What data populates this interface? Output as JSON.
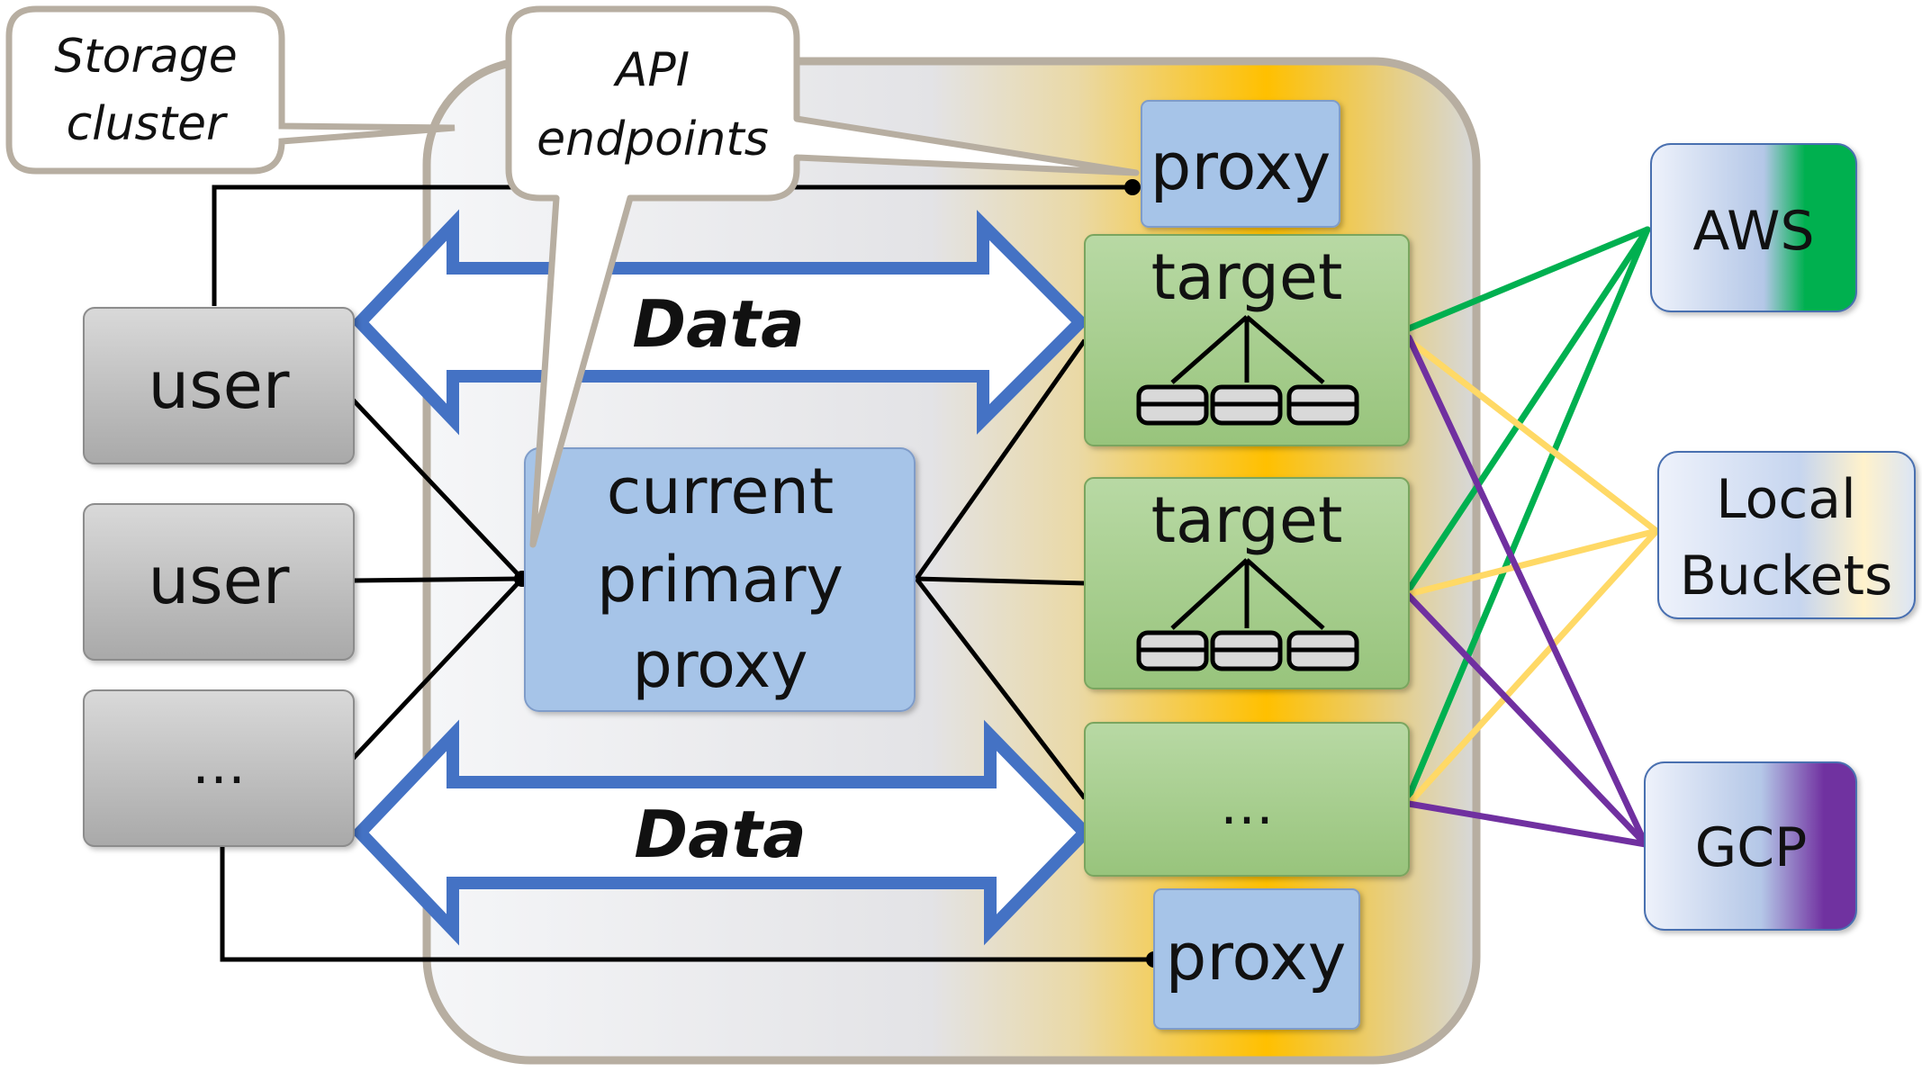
{
  "callouts": {
    "storage_cluster": [
      "Storage",
      "cluster"
    ],
    "api_endpoints": [
      "API",
      "endpoints"
    ]
  },
  "users": [
    "user",
    "user",
    "…"
  ],
  "proxies": {
    "top": "proxy",
    "bottom": "proxy",
    "primary": [
      "current",
      "primary",
      "proxy"
    ]
  },
  "targets": {
    "t1": "target",
    "t2": "target",
    "t3": "…"
  },
  "arrows": {
    "top_label": "Data",
    "bottom_label": "Data"
  },
  "clouds": {
    "aws": "AWS",
    "local": [
      "Local",
      "Buckets"
    ],
    "gcp": "GCP"
  },
  "colors": {
    "proxy_blue": "#a6c4e8",
    "target_green": "#a9d08e",
    "user_gray": "#c8c8c8",
    "arrow_blue": "#4472c4",
    "cluster_border": "#b7aea1",
    "orange_band": "#ffc000",
    "aws_green": "#00b050",
    "gcp_purple": "#7030a0",
    "local_yellow": "#ffd966"
  }
}
